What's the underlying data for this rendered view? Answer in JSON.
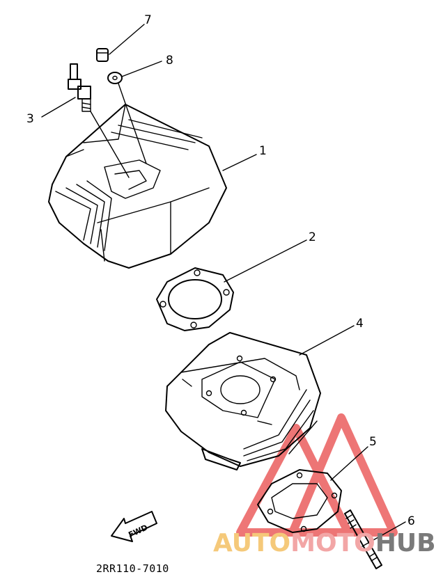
{
  "diagram": {
    "callouts": [
      "1",
      "2",
      "3",
      "4",
      "5",
      "6",
      "7",
      "8"
    ],
    "part_code": "2RR110-7010",
    "fwd_label": "FWD"
  },
  "watermark": {
    "word_a": "AUTO",
    "word_b": "MOTO",
    "word_c": "HUB",
    "color_a": "#f5c97a",
    "color_b": "#f2a6a6",
    "color_c": "#7a7a7a",
    "logo_color": "#e84848"
  }
}
